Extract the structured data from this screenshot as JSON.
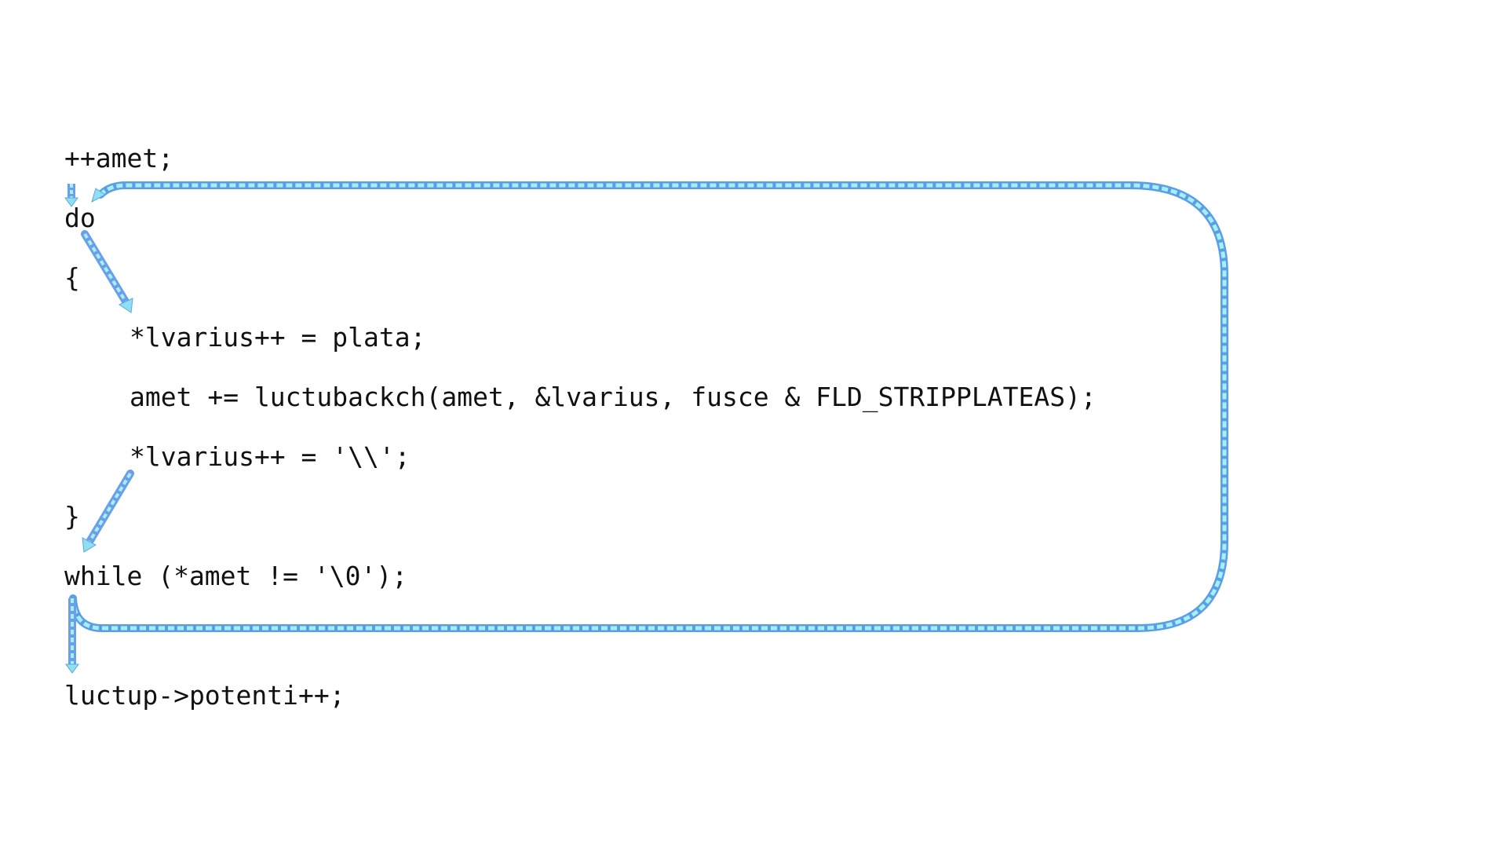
{
  "code_lines": [
    "++amet;",
    "do",
    "{",
    "*lvarius++ = plata;",
    "amet += luctubackch(amet, &lvarius, fusce & FLD_STRIPPLATEAS);",
    "*lvarius++ = '\\\\';",
    "}",
    "while (*amet != '\\0');",
    "luctup->potenti++;"
  ],
  "colors": {
    "text": "#111111",
    "arrow_light": "#8ee8f0",
    "arrow_mid": "#7cc7f5",
    "arrow_dark": "#6b8fe8",
    "arrow_outline": "#5aa6e6"
  }
}
